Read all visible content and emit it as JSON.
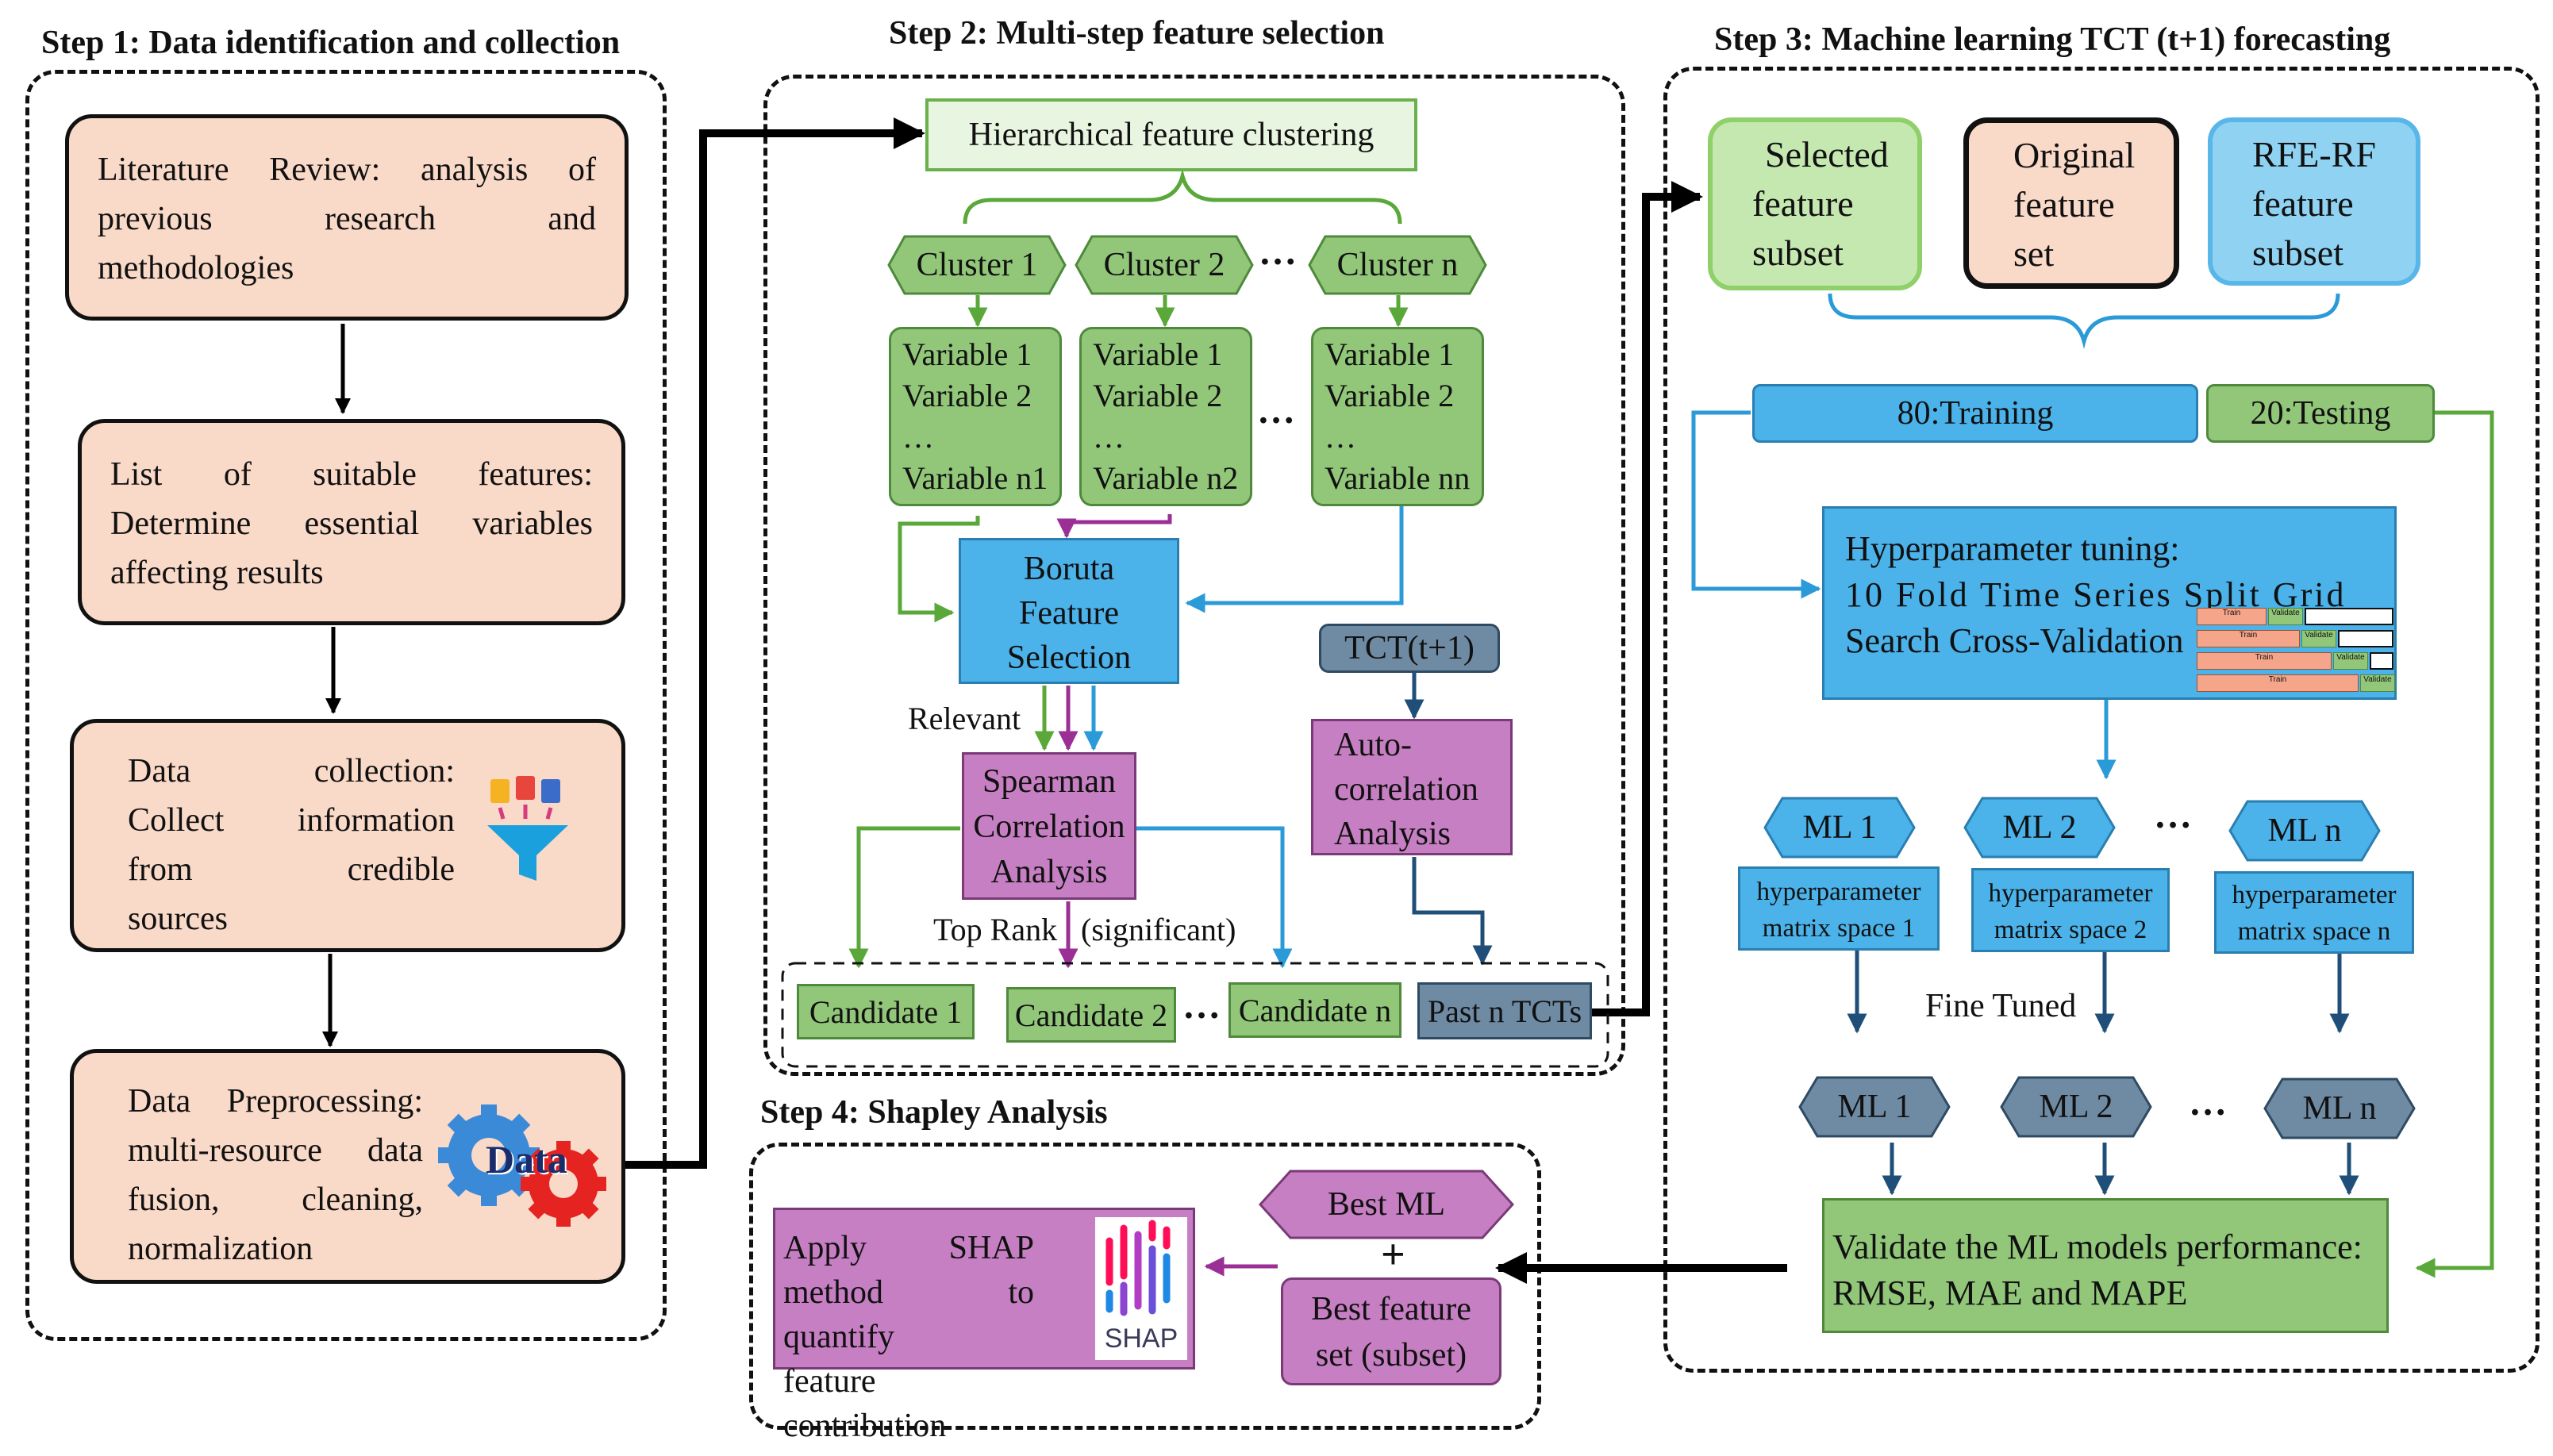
{
  "steps": {
    "step1_title": "Step 1: Data identification and collection",
    "step2_title": "Step 2: Multi-step feature selection",
    "step3_title": "Step 3: Machine learning TCT (t+1) forecasting",
    "step4_title": "Step 4: Shapley Analysis"
  },
  "step1": {
    "box1": [
      "Literature Review: analysis of",
      "previous research and",
      "methodologies"
    ],
    "box2": [
      "List of suitable features:",
      "Determine essential variables",
      "affecting results"
    ],
    "box3": [
      "Data collection:",
      "Collect information",
      "from credible",
      "sources"
    ],
    "box4": [
      "Data Preprocessing:",
      "multi-resource data",
      "fusion, cleaning,",
      "normalization"
    ],
    "data_icon_text": "Data"
  },
  "step2": {
    "clustering": "Hierarchical feature clustering",
    "clusters": [
      "Cluster 1",
      "Cluster 2",
      "Cluster n"
    ],
    "dots": "…",
    "var_groups": [
      [
        "Variable 1",
        "Variable 2",
        "…",
        "Variable n1"
      ],
      [
        "Variable 1",
        "Variable 2",
        "…",
        "Variable n2"
      ],
      [
        "Variable 1",
        "Variable 2",
        "…",
        "Variable nn"
      ]
    ],
    "boruta": [
      "Boruta",
      "Feature",
      "Selection"
    ],
    "relevant": "Relevant",
    "tct": "TCT(t+1)",
    "autocorr": [
      "Auto-",
      "correlation",
      "Analysis"
    ],
    "spearman": [
      "Spearman",
      "Correlation",
      "Analysis"
    ],
    "top_rank": "Top Rank",
    "significant": "(significant)",
    "candidates": [
      "Candidate 1",
      "Candidate 2",
      "Candidate n"
    ],
    "past": "Past n TCTs"
  },
  "step3": {
    "feature_sets": [
      [
        "Selected",
        "feature",
        "subset"
      ],
      [
        "Original",
        "feature",
        "set"
      ],
      [
        "RFE-RF",
        "feature",
        "subset"
      ]
    ],
    "training": "80:Training",
    "testing": "20:Testing",
    "hyper": [
      "Hyperparameter tuning:",
      "10 Fold Time Series Split Grid",
      "Search Cross-Validation"
    ],
    "mini_labels": [
      "Train",
      "Validate"
    ],
    "ml_top": [
      "ML 1",
      "ML 2",
      "ML n"
    ],
    "hp_spaces": [
      [
        "hyperparameter",
        "matrix space 1"
      ],
      [
        "hyperparameter",
        "matrix space 2"
      ],
      [
        "hyperparameter",
        "matrix space n"
      ]
    ],
    "fine_tuned": "Fine Tuned",
    "ml_bottom": [
      "ML 1",
      "ML 2",
      "ML n"
    ],
    "validate": [
      "Validate the ML models performance:",
      "RMSE,  MAE and MAPE"
    ]
  },
  "step4": {
    "best_ml": "Best ML",
    "plus": "+",
    "best_feature": [
      "Best feature",
      "set (subset)"
    ],
    "shap_text": [
      "Apply SHAP",
      "method to quantify",
      "feature contribution"
    ],
    "shap_logo": "SHAP"
  },
  "colors": {
    "peach": "#f9d9c8",
    "green": "#92c77a",
    "blue": "#4bb2ea",
    "purple": "#c77fc3",
    "slate": "#6f8aa3",
    "green_arrow": "#5aa83a",
    "blue_arrow": "#2b9ad8",
    "purple_arrow": "#9b2f96",
    "slate_arrow": "#1f4f78"
  }
}
